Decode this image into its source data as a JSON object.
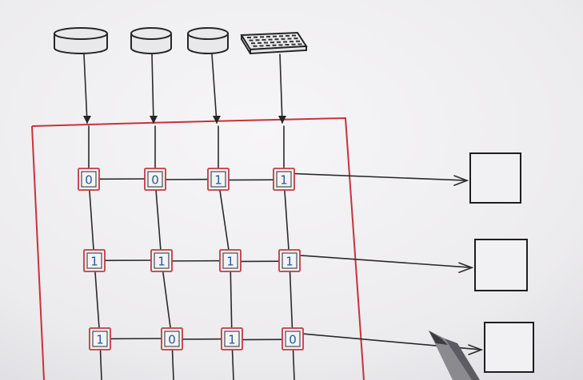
{
  "diagram": {
    "inputs": [
      {
        "icon": "disk-drive-icon"
      },
      {
        "icon": "disk-drive-icon"
      },
      {
        "icon": "disk-drive-icon"
      },
      {
        "icon": "keyboard-icon"
      }
    ],
    "matrix": [
      [
        "0",
        "0",
        "1",
        "1"
      ],
      [
        "1",
        "1",
        "1",
        "1"
      ],
      [
        "1",
        "0",
        "1",
        "0"
      ]
    ],
    "outputs": 3
  },
  "colors": {
    "frame": "#c8323c",
    "bit_ink": "#1f5c95",
    "pen_ink": "#262626"
  }
}
